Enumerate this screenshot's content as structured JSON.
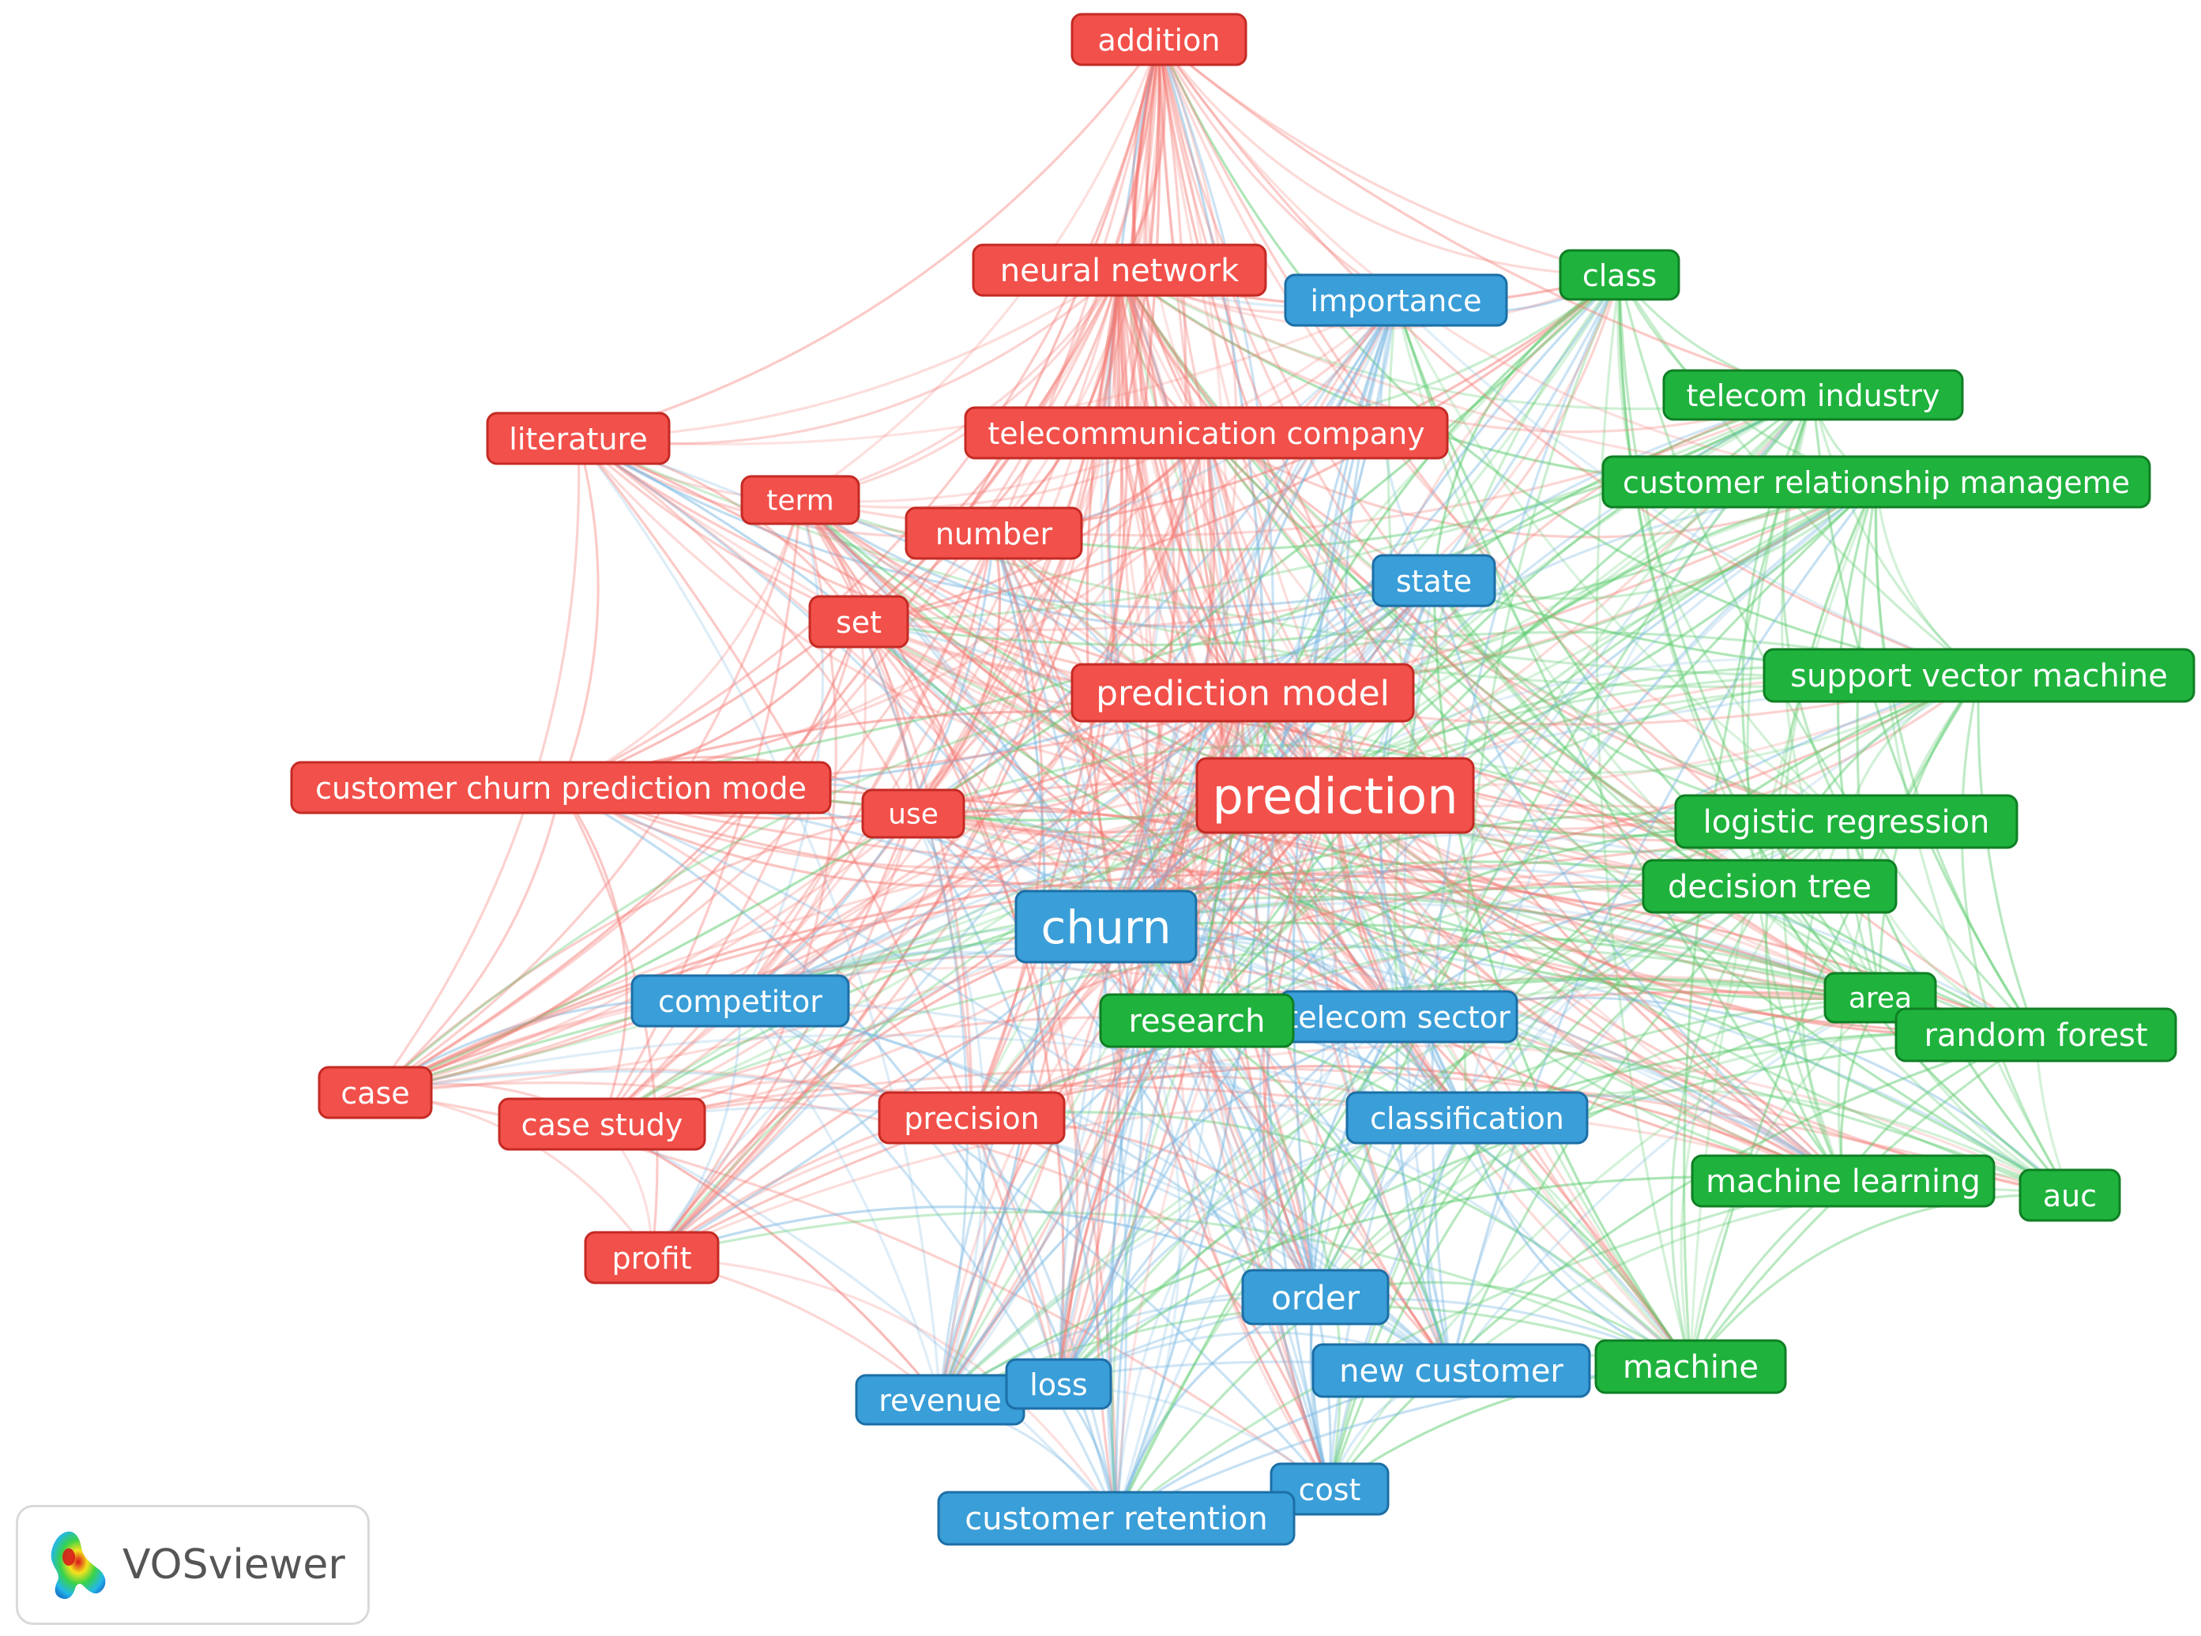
{
  "colors": {
    "red_fill": "#f2504a",
    "red_border": "#c42a24",
    "red_edge": "#f47a74",
    "blue_fill": "#3a9ed8",
    "blue_border": "#1c6fa6",
    "blue_edge": "#7ab8e2",
    "green_fill": "#1fb33d",
    "green_border": "#0f7f24",
    "green_edge": "#5ccb6e",
    "label_text": "#ffffff"
  },
  "clusters": [
    {
      "id": "red",
      "color": "#f2504a"
    },
    {
      "id": "blue",
      "color": "#3a9ed8"
    },
    {
      "id": "green",
      "color": "#1fb33d"
    }
  ],
  "nodes": [
    {
      "id": "addition",
      "label": "addition",
      "cluster": "red"
    },
    {
      "id": "neural_network",
      "label": "neural network",
      "cluster": "red"
    },
    {
      "id": "literature",
      "label": "literature",
      "cluster": "red"
    },
    {
      "id": "term",
      "label": "term",
      "cluster": "red"
    },
    {
      "id": "telecommunication_company",
      "label": "telecommunication company",
      "cluster": "red"
    },
    {
      "id": "number",
      "label": "number",
      "cluster": "red"
    },
    {
      "id": "set",
      "label": "set",
      "cluster": "red"
    },
    {
      "id": "prediction_model",
      "label": "prediction model",
      "cluster": "red"
    },
    {
      "id": "customer_churn_prediction_mode",
      "label": "customer churn prediction mode",
      "cluster": "red"
    },
    {
      "id": "use",
      "label": "use",
      "cluster": "red"
    },
    {
      "id": "prediction",
      "label": "prediction",
      "cluster": "red"
    },
    {
      "id": "case",
      "label": "case",
      "cluster": "red"
    },
    {
      "id": "case_study",
      "label": "case study",
      "cluster": "red"
    },
    {
      "id": "precision",
      "label": "precision",
      "cluster": "red"
    },
    {
      "id": "profit",
      "label": "profit",
      "cluster": "red"
    },
    {
      "id": "importance",
      "label": "importance",
      "cluster": "blue"
    },
    {
      "id": "state",
      "label": "state",
      "cluster": "blue"
    },
    {
      "id": "churn",
      "label": "churn",
      "cluster": "blue"
    },
    {
      "id": "competitor",
      "label": "competitor",
      "cluster": "blue"
    },
    {
      "id": "telecom_sector",
      "label": "telecom sector",
      "cluster": "blue"
    },
    {
      "id": "classification",
      "label": "classification",
      "cluster": "blue"
    },
    {
      "id": "order",
      "label": "order",
      "cluster": "blue"
    },
    {
      "id": "new_customer",
      "label": "new customer",
      "cluster": "blue"
    },
    {
      "id": "revenue",
      "label": "revenue",
      "cluster": "blue"
    },
    {
      "id": "loss",
      "label": "loss",
      "cluster": "blue"
    },
    {
      "id": "cost",
      "label": "cost",
      "cluster": "blue"
    },
    {
      "id": "customer_retention",
      "label": "customer retention",
      "cluster": "blue"
    },
    {
      "id": "class",
      "label": "class",
      "cluster": "green"
    },
    {
      "id": "telecom_industry",
      "label": "telecom industry",
      "cluster": "green"
    },
    {
      "id": "customer_relationship_manageme",
      "label": "customer relationship manageme",
      "cluster": "green"
    },
    {
      "id": "support_vector_machine",
      "label": "support vector machine",
      "cluster": "green"
    },
    {
      "id": "logistic_regression",
      "label": "logistic regression",
      "cluster": "green"
    },
    {
      "id": "decision_tree",
      "label": "decision tree",
      "cluster": "green"
    },
    {
      "id": "area",
      "label": "area",
      "cluster": "green"
    },
    {
      "id": "random_forest",
      "label": "random forest",
      "cluster": "green"
    },
    {
      "id": "research",
      "label": "research",
      "cluster": "green"
    },
    {
      "id": "machine_learning",
      "label": "machine learning",
      "cluster": "green"
    },
    {
      "id": "auc",
      "label": "auc",
      "cluster": "green"
    },
    {
      "id": "machine",
      "label": "machine",
      "cluster": "green"
    }
  ],
  "logo": {
    "text": "VOSviewer",
    "icon": "vosviewer-logo-icon"
  }
}
